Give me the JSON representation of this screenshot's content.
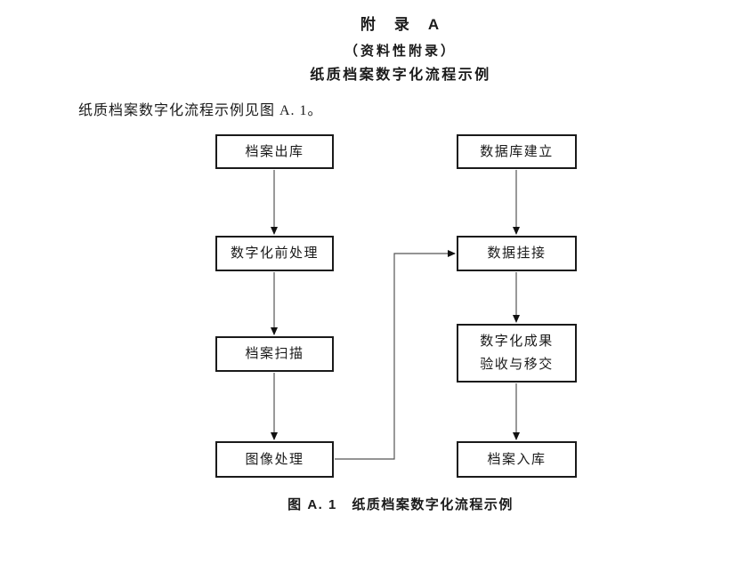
{
  "document": {
    "appendix_label": "附　录　A",
    "appendix_type": "（资料性附录）",
    "appendix_title": "纸质档案数字化流程示例",
    "intro_text": "纸质档案数字化流程示例见图 A. 1。",
    "figure_caption": "图 A. 1　纸质档案数字化流程示例"
  },
  "flowchart": {
    "left_nodes": [
      "档案出库",
      "数字化前处理",
      "档案扫描",
      "图像处理"
    ],
    "right_nodes": [
      "数据库建立",
      "数据挂接",
      "数字化成果\n验收与移交",
      "档案入库"
    ]
  },
  "colors": {
    "background": "#ffffff",
    "text": "#1a1a1a",
    "box_border": "#1a1a1a",
    "connector_line": "#555555",
    "arrowhead": "#111111"
  }
}
